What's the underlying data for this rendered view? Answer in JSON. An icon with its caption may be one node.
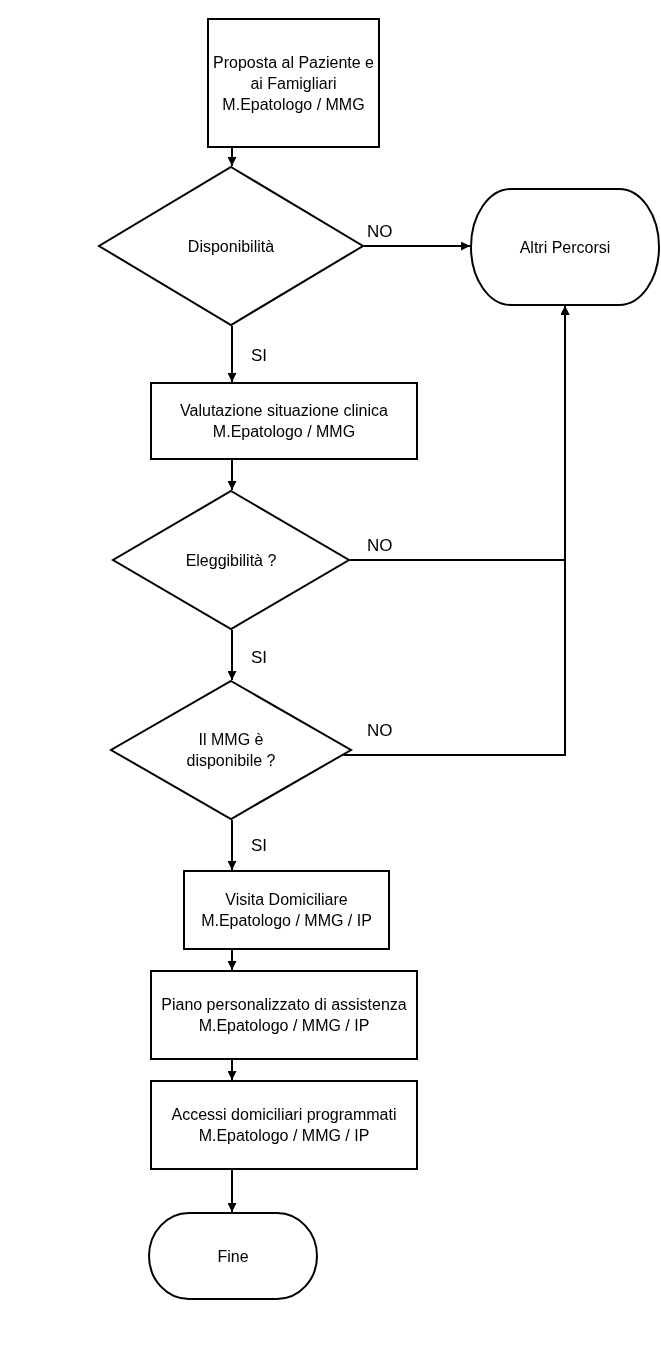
{
  "diagram": {
    "nodes": [
      {
        "text": [
          "Proposta al Paziente e ai Famigliari",
          "M.Epatologo / MMG"
        ]
      },
      {
        "text": [
          "Disponibilità"
        ]
      },
      {
        "text": [
          "Altri Percorsi"
        ]
      },
      {
        "text": [
          "Valutazione situazione clinica",
          "M.Epatologo / MMG"
        ]
      },
      {
        "text": [
          "Eleggibilità ?"
        ]
      },
      {
        "text": [
          "Il MMG è disponibile ?"
        ]
      },
      {
        "text": [
          "Visita Domiciliare",
          "M.Epatologo / MMG / IP"
        ]
      },
      {
        "text": [
          "Piano personalizzato di assistenza",
          "M.Epatologo / MMG / IP"
        ]
      },
      {
        "text": [
          "Accessi domiciliari programmati",
          "M.Epatologo / MMG / IP"
        ]
      },
      {
        "text": [
          "Fine"
        ]
      }
    ],
    "edges": [
      {
        "from": 0,
        "to": 1,
        "arrow": "to"
      },
      {
        "from": 1,
        "to": 2,
        "arrow": "to",
        "label": "NO"
      },
      {
        "from": 1,
        "to": 3,
        "arrow": "to",
        "label": "SI"
      },
      {
        "from": 3,
        "to": 4,
        "arrow": "to"
      },
      {
        "from": 4,
        "to": 2,
        "arrow": "to",
        "label": "NO"
      },
      {
        "from": 4,
        "to": 5,
        "arrow": "to",
        "label": "SI"
      },
      {
        "from": 5,
        "to": 2,
        "arrow": "to",
        "label": "NO"
      },
      {
        "from": 5,
        "to": 6,
        "arrow": "to",
        "label": "SI"
      },
      {
        "from": 6,
        "to": 7,
        "arrow": "to"
      },
      {
        "from": 7,
        "to": 8,
        "arrow": "to"
      },
      {
        "from": 8,
        "to": 9,
        "arrow": "to"
      }
    ]
  }
}
